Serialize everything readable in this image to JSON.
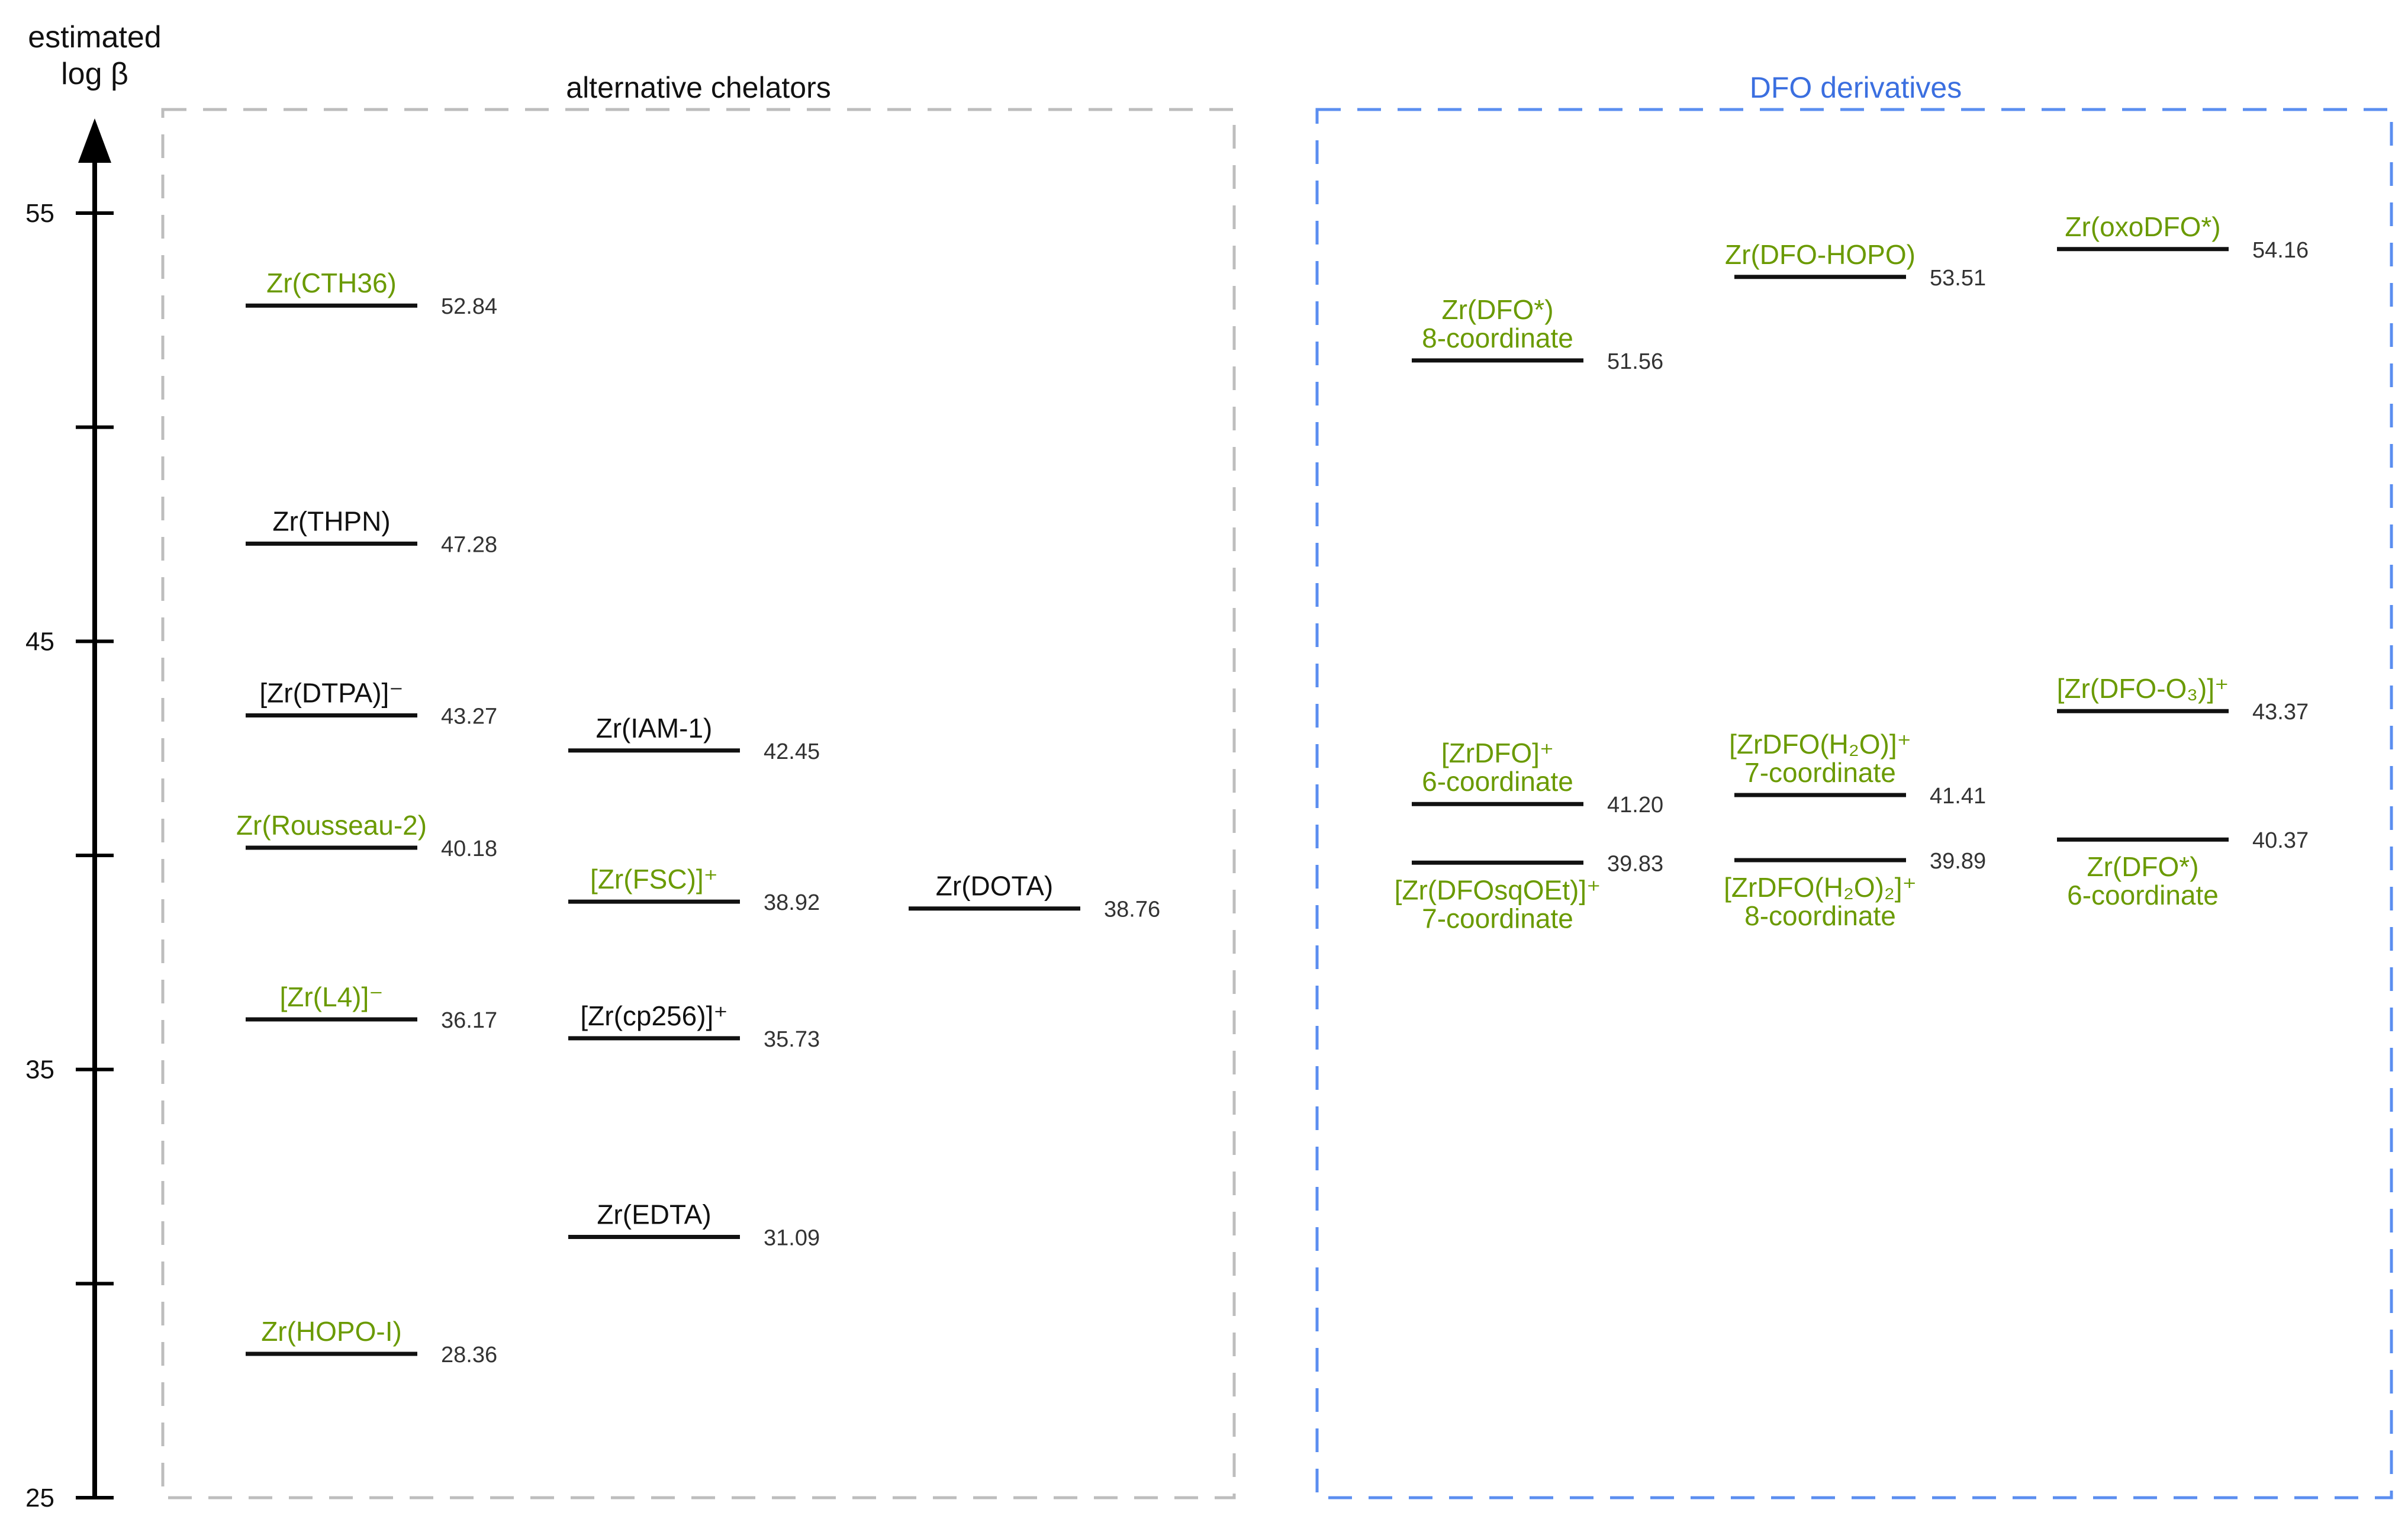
{
  "chart_data": {
    "type": "level-diagram",
    "y_axis": {
      "label_lines": [
        "estimated",
        "log β"
      ],
      "ylim": [
        25,
        57
      ],
      "ticks": [
        25,
        30,
        35,
        40,
        45,
        50,
        55
      ],
      "tick_labels": [
        "25",
        "",
        "35",
        "",
        "45",
        "",
        "55"
      ]
    },
    "panels": [
      {
        "title": "alternative chelators",
        "title_color": "#111111",
        "border_color": "#bdbdbd"
      },
      {
        "title": "DFO derivatives",
        "title_color": "#3b6fe0",
        "border_color": "#5b8ef0"
      }
    ],
    "colors": {
      "highlight": "#6a9a00",
      "normal": "#111111",
      "value": "#333333"
    },
    "levels": [
      {
        "panel": 0,
        "column": 0,
        "value": 52.84,
        "value_label": "52.84",
        "label_lines": [
          "Zr(CTH36)"
        ],
        "label_pos": "above",
        "highlight": true
      },
      {
        "panel": 0,
        "column": 0,
        "value": 47.28,
        "value_label": "47.28",
        "label_lines": [
          "Zr(THPN)"
        ],
        "label_pos": "above",
        "highlight": false
      },
      {
        "panel": 0,
        "column": 0,
        "value": 43.27,
        "value_label": "43.27",
        "label_lines": [
          "[Zr(DTPA)]⁻"
        ],
        "label_pos": "above",
        "highlight": false
      },
      {
        "panel": 0,
        "column": 0,
        "value": 40.18,
        "value_label": "40.18",
        "label_lines": [
          "Zr(Rousseau-2)"
        ],
        "label_pos": "above",
        "highlight": true
      },
      {
        "panel": 0,
        "column": 0,
        "value": 36.17,
        "value_label": "36.17",
        "label_lines": [
          "[Zr(L4)]⁻"
        ],
        "label_pos": "above",
        "highlight": true
      },
      {
        "panel": 0,
        "column": 0,
        "value": 28.36,
        "value_label": "28.36",
        "label_lines": [
          "Zr(HOPO-I)"
        ],
        "label_pos": "above",
        "highlight": true
      },
      {
        "panel": 0,
        "column": 1,
        "value": 42.45,
        "value_label": "42.45",
        "label_lines": [
          "Zr(IAM-1)"
        ],
        "label_pos": "above",
        "highlight": false
      },
      {
        "panel": 0,
        "column": 1,
        "value": 38.92,
        "value_label": "38.92",
        "label_lines": [
          "[Zr(FSC)]⁺"
        ],
        "label_pos": "above",
        "highlight": true
      },
      {
        "panel": 0,
        "column": 1,
        "value": 35.73,
        "value_label": "35.73",
        "label_lines": [
          "[Zr(cp256)]⁺"
        ],
        "label_pos": "above",
        "highlight": false
      },
      {
        "panel": 0,
        "column": 1,
        "value": 31.09,
        "value_label": "31.09",
        "label_lines": [
          "Zr(EDTA)"
        ],
        "label_pos": "above",
        "highlight": false
      },
      {
        "panel": 0,
        "column": 2,
        "value": 38.76,
        "value_label": "38.76",
        "label_lines": [
          "Zr(DOTA)"
        ],
        "label_pos": "above",
        "highlight": false
      },
      {
        "panel": 1,
        "column": 0,
        "value": 51.56,
        "value_label": "51.56",
        "label_lines": [
          "Zr(DFO*)",
          "8-coordinate"
        ],
        "label_pos": "above",
        "highlight": true
      },
      {
        "panel": 1,
        "column": 0,
        "value": 41.2,
        "value_label": "41.20",
        "label_lines": [
          "[ZrDFO]⁺",
          "6-coordinate"
        ],
        "label_pos": "above",
        "highlight": true
      },
      {
        "panel": 1,
        "column": 0,
        "value": 39.83,
        "value_label": "39.83",
        "label_lines": [
          "[Zr(DFOsqOEt)]⁺",
          "7-coordinate"
        ],
        "label_pos": "below",
        "highlight": true
      },
      {
        "panel": 1,
        "column": 1,
        "value": 53.51,
        "value_label": "53.51",
        "label_lines": [
          "Zr(DFO-HOPO)"
        ],
        "label_pos": "above",
        "highlight": true
      },
      {
        "panel": 1,
        "column": 1,
        "value": 41.41,
        "value_label": "41.41",
        "label_lines": [
          "[ZrDFO(H₂O)]⁺",
          "7-coordinate"
        ],
        "label_pos": "above",
        "highlight": true
      },
      {
        "panel": 1,
        "column": 1,
        "value": 39.89,
        "value_label": "39.89",
        "label_lines": [
          "[ZrDFO(H₂O)₂]⁺",
          "8-coordinate"
        ],
        "label_pos": "below",
        "highlight": true
      },
      {
        "panel": 1,
        "column": 2,
        "value": 54.16,
        "value_label": "54.16",
        "label_lines": [
          "Zr(oxoDFO*)"
        ],
        "label_pos": "above",
        "highlight": true
      },
      {
        "panel": 1,
        "column": 2,
        "value": 43.37,
        "value_label": "43.37",
        "label_lines": [
          "[Zr(DFO-O₃)]⁺"
        ],
        "label_pos": "above",
        "highlight": true
      },
      {
        "panel": 1,
        "column": 2,
        "value": 40.37,
        "value_label": "40.37",
        "label_lines": [
          "Zr(DFO*)",
          "6-coordinate"
        ],
        "label_pos": "below",
        "highlight": true
      }
    ]
  }
}
